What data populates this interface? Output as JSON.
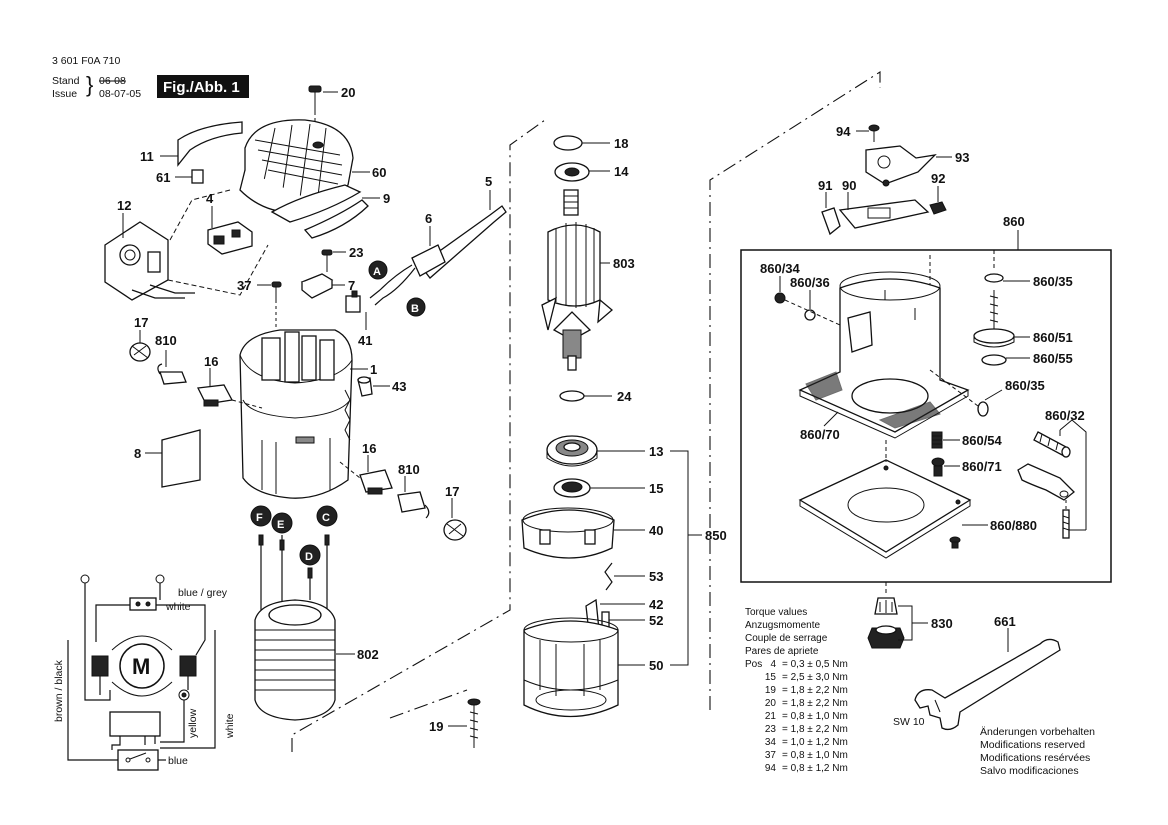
{
  "header": {
    "part_number": "3 601 F0A 710",
    "stand_label": "Stand",
    "issue_label": "Issue",
    "stand_date_old": "06-08",
    "issue_date": "08-07-05",
    "figure_label": "Fig./Abb. 1"
  },
  "callouts": {
    "c20": "20",
    "c11": "11",
    "c60": "60",
    "c61": "61",
    "c9": "9",
    "c4": "4",
    "c12": "12",
    "c5": "5",
    "c6": "6",
    "c23": "23",
    "c37": "37",
    "c7": "7",
    "c41": "41",
    "c17a": "17",
    "c810a": "810",
    "c16a": "16",
    "c1": "1",
    "c43": "43",
    "c8": "8",
    "c16b": "16",
    "c810b": "810",
    "c17b": "17",
    "c802": "802",
    "c18": "18",
    "c14": "14",
    "c803": "803",
    "c24": "24",
    "c13": "13",
    "c15": "15",
    "c40": "40",
    "c850": "850",
    "c53": "53",
    "c42": "42",
    "c52": "52",
    "c50": "50",
    "c19": "19",
    "c94": "94",
    "c93": "93",
    "c91": "91",
    "c90": "90",
    "c92": "92",
    "c860": "860",
    "c860_34": "860/34",
    "c860_36": "860/36",
    "c860_35a": "860/35",
    "c860_51": "860/51",
    "c860_55": "860/55",
    "c860_35b": "860/35",
    "c860_32": "860/32",
    "c860_70": "860/70",
    "c860_54": "860/54",
    "c860_71": "860/71",
    "c860_880": "860/880",
    "c830": "830",
    "c661": "661",
    "sw10": "SW 10"
  },
  "wire_markers": {
    "A": "A",
    "B": "B",
    "C": "C",
    "D": "D",
    "E": "E",
    "F": "F"
  },
  "schematic": {
    "motor": "M",
    "blue_grey": "blue / grey",
    "white_top": "white",
    "brown_black": "brown / black",
    "yellow": "yellow",
    "white_side": "white",
    "blue": "blue"
  },
  "torque": {
    "lines": [
      "Torque values",
      "Anzugsmomente",
      "Couple de serrage",
      "Pares de apriete"
    ],
    "pos_label": "Pos",
    "rows": [
      {
        "pos": "4",
        "value": "= 0,3 ± 0,5 Nm"
      },
      {
        "pos": "15",
        "value": "= 2,5 ± 3,0 Nm"
      },
      {
        "pos": "19",
        "value": "= 1,8 ± 2,2 Nm"
      },
      {
        "pos": "20",
        "value": "= 1,8 ± 2,2 Nm"
      },
      {
        "pos": "21",
        "value": "= 0,8 ± 1,0 Nm"
      },
      {
        "pos": "23",
        "value": "= 1,8 ± 2,2 Nm"
      },
      {
        "pos": "34",
        "value": "= 1,0 ± 1,2 Nm"
      },
      {
        "pos": "37",
        "value": "= 0,8 ± 1,0 Nm"
      },
      {
        "pos": "94",
        "value": "= 0,8 ± 1,2 Nm"
      }
    ]
  },
  "notice": [
    "Änderungen vorbehalten",
    "Modifications reserved",
    "Modifications resérvées",
    "Salvo modificaciones"
  ],
  "colors": {
    "line": "#111111",
    "background": "#ffffff",
    "fill_dark": "#222222",
    "fill_grey": "#888888"
  }
}
